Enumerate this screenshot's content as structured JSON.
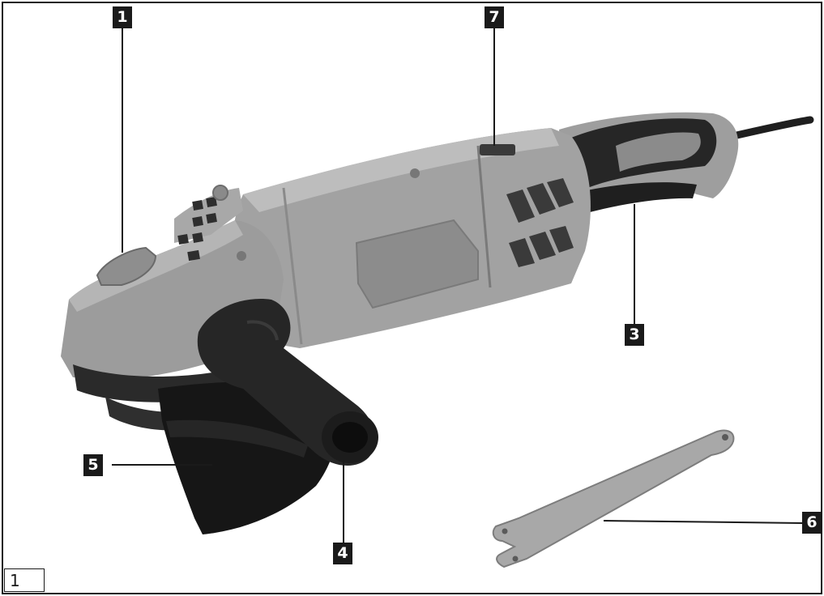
{
  "figure_label": "1",
  "callouts": [
    {
      "id": "c1",
      "label": "1"
    },
    {
      "id": "c7",
      "label": "7"
    },
    {
      "id": "c3",
      "label": "3"
    },
    {
      "id": "c5",
      "label": "5"
    },
    {
      "id": "c4",
      "label": "4"
    },
    {
      "id": "c6",
      "label": "6"
    }
  ],
  "colors": {
    "frame": "#1a1a1a",
    "body": "#9a9a9a",
    "body_light": "#b9b9b9",
    "body_dark": "#6e6e6e",
    "rubber": "#262626",
    "guard": "#161616",
    "wrench": "#a8a8a8"
  }
}
